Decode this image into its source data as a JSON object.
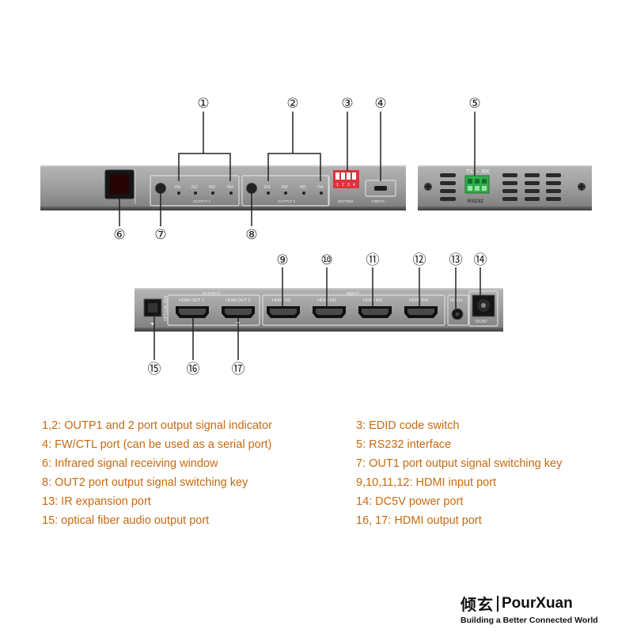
{
  "callouts": {
    "c1": "①",
    "c2": "②",
    "c3": "③",
    "c4": "④",
    "c5": "⑤",
    "c6": "⑥",
    "c7": "⑦",
    "c8": "⑧",
    "c9": "⑨",
    "c10": "⑩",
    "c11": "⑪",
    "c12": "⑫",
    "c13": "⑬",
    "c14": "⑭",
    "c15": "⑮",
    "c16": "⑯",
    "c17": "⑰"
  },
  "front_panel": {
    "output1_label": "OUTPUT 1",
    "output2_label": "OUTPUT 2",
    "led_labels": [
      "IN1",
      "IN2",
      "IN3",
      "IN4"
    ],
    "setting_label": "SETTING",
    "fwctl_label": "FW/CTL"
  },
  "side_panel": {
    "txrx_label": "TX ⇔ RX",
    "rs232_label": "RS232"
  },
  "rear_panel": {
    "output_header": "OUTPUT",
    "input_header": "INPUT",
    "optical_label": "OPTICAL OUT",
    "hdmi_out_labels": [
      "HDMI OUT 1",
      "HDMI OUT 2"
    ],
    "hdmi_in_labels": [
      "HDMI IN1",
      "HDMI IN2",
      "HDMI IN3",
      "HDMI IN4"
    ],
    "irext_label": "IR Ext",
    "dc_label": "DC/5V"
  },
  "legend": {
    "left": [
      "1,2: OUTP1 and 2 port output signal indicator",
      "4: FW/CTL port (can be used as a serial port)",
      "6: Infrared signal receiving window",
      "8: OUT2 port output signal switching key",
      "13: IR expansion port",
      "15: optical fiber audio output port"
    ],
    "right": [
      "3: EDID code switch",
      "5: RS232 interface",
      "7: OUT1 port output signal switching key",
      "9,10,11,12: HDMI input port",
      "14: DC5V power port",
      "16, 17: HDMI output port"
    ]
  },
  "brand": {
    "chinese": "倾玄",
    "english": "PourXuan",
    "tagline": "Building a Better Connected World"
  },
  "colors": {
    "legend_text": "#c86a10",
    "panel_gray": "#9a9a9a",
    "terminal_green": "#2fae4a",
    "dip_red": "#e0323a"
  }
}
